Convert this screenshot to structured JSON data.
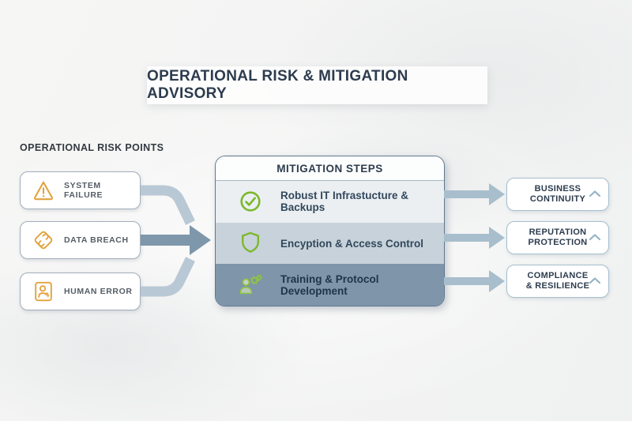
{
  "title": "OPERATIONAL RISK & MITIGATION ADVISORY",
  "risk_points": {
    "heading": "OPERATIONAL RISK POINTS",
    "items": [
      {
        "label": "SYSTEM FAILURE",
        "icon": "warning-triangle-icon"
      },
      {
        "label": "DATA BREACH",
        "icon": "broken-link-icon"
      },
      {
        "label": "HUMAN ERROR",
        "icon": "user-error-icon"
      }
    ]
  },
  "mitigation": {
    "heading": "MITIGATION STEPS",
    "steps": [
      {
        "label": "Robust IT Infrastucture & Backups",
        "icon": "check-circle-icon"
      },
      {
        "label": "Encyption & Access Control",
        "icon": "shield-icon"
      },
      {
        "label": "Training & Protocol Development",
        "icon": "training-people-icon"
      }
    ]
  },
  "outcomes": {
    "items": [
      {
        "line1": "BUSINESS",
        "line2": "CONTINUITY",
        "icon": "chevron-up-icon"
      },
      {
        "line1": "REPUTATION",
        "line2": "PROTECTION",
        "icon": "chevron-up-icon"
      },
      {
        "line1": "COMPLIANCE",
        "line2": "& RESILIENCE",
        "icon": "chevron-up-icon"
      }
    ]
  },
  "colors": {
    "title_text": "#2d3c4e",
    "accent_orange": "#e2a23b",
    "accent_green": "#7ab829",
    "arrow_light": "#b9c8d5",
    "arrow_dark": "#7e97ab",
    "row1_bg": "#ebeff2",
    "row2_bg": "#c8d2da",
    "row3_bg": "#7f95a9"
  }
}
